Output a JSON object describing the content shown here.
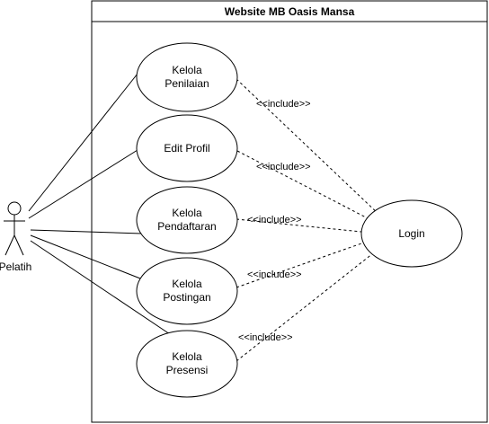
{
  "system": {
    "title": "Website MB Oasis Mansa"
  },
  "actor": {
    "name": "Pelatih"
  },
  "use_cases": [
    {
      "line1": "Kelola",
      "line2": "Penilaian"
    },
    {
      "line1": "Edit Profil",
      "line2": ""
    },
    {
      "line1": "Kelola",
      "line2": "Pendaftaran"
    },
    {
      "line1": "Kelola",
      "line2": "Postingan"
    },
    {
      "line1": "Kelola",
      "line2": "Presensi"
    }
  ],
  "login": {
    "label": "Login"
  },
  "include_label": "<<include>>"
}
